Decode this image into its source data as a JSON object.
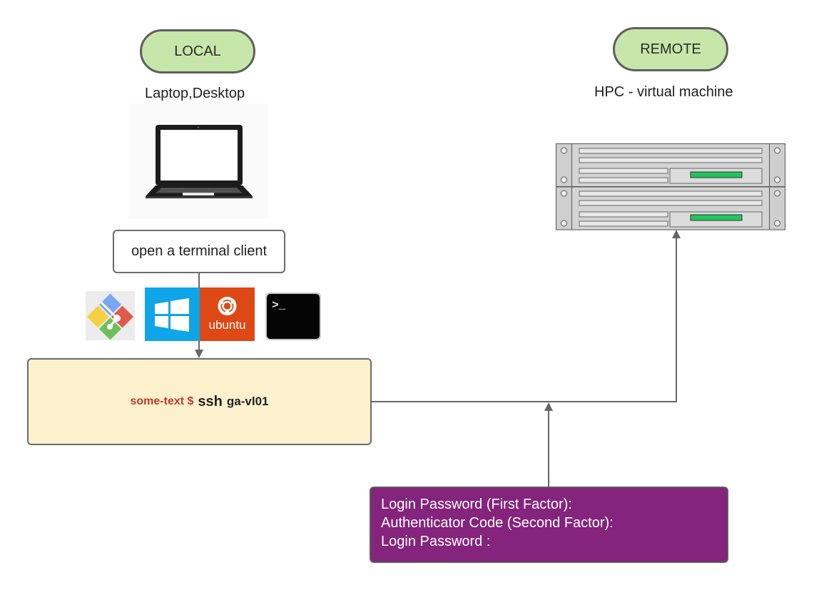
{
  "local": {
    "pill_label": "LOCAL",
    "subtitle": "Laptop,Desktop",
    "device_icon": "laptop-icon"
  },
  "remote": {
    "pill_label": "REMOTE",
    "subtitle": "HPC - virtual machine",
    "device_icon": "server-rack-icon"
  },
  "terminal_step": {
    "label": "open a terminal client"
  },
  "terminal_clients": [
    {
      "icon": "git-bash-icon"
    },
    {
      "icon": "windows-icon"
    },
    {
      "icon": "ubuntu-icon",
      "label": "ubuntu"
    },
    {
      "icon": "terminal-icon",
      "label": ">_"
    }
  ],
  "ssh": {
    "prompt": "some-text $",
    "command": "ssh",
    "argument": "ga-vl01"
  },
  "auth_prompts": {
    "lines": [
      "Login Password (First Factor):",
      "Authenticator Code (Second Factor):",
      "Login Password :"
    ]
  },
  "colors": {
    "pill_fill": "#c7e6a9",
    "ssh_box_fill": "#fdf1cd",
    "auth_box_fill": "#84247c",
    "prompt_red": "#c0392b",
    "server_led": "#22c55e",
    "windows_blue": "#0ea5e9",
    "ubuntu_orange": "#dd4814"
  }
}
